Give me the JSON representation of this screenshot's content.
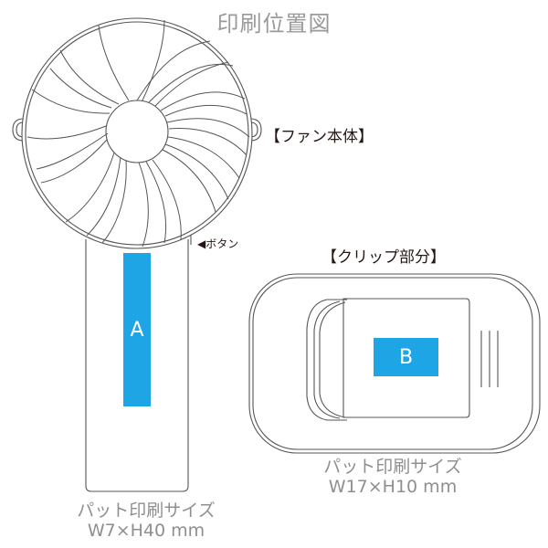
{
  "title": "印刷位置図",
  "fan": {
    "body_label": "【ファン本体】",
    "button_label": "◀ボタン",
    "pad_letter": "A",
    "size_caption_line1": "パット印刷サイズ",
    "size_caption_line2": "W7×H40 mm"
  },
  "clip": {
    "label": "【クリップ部分】",
    "pad_letter": "B",
    "size_caption_line1": "パット印刷サイズ",
    "size_caption_line2": "W17×H10 mm"
  },
  "colors": {
    "print_area": "#1ea5e6",
    "outline": "#555555",
    "caption_gray": "#8f8f8f",
    "label_dark": "#231815"
  }
}
